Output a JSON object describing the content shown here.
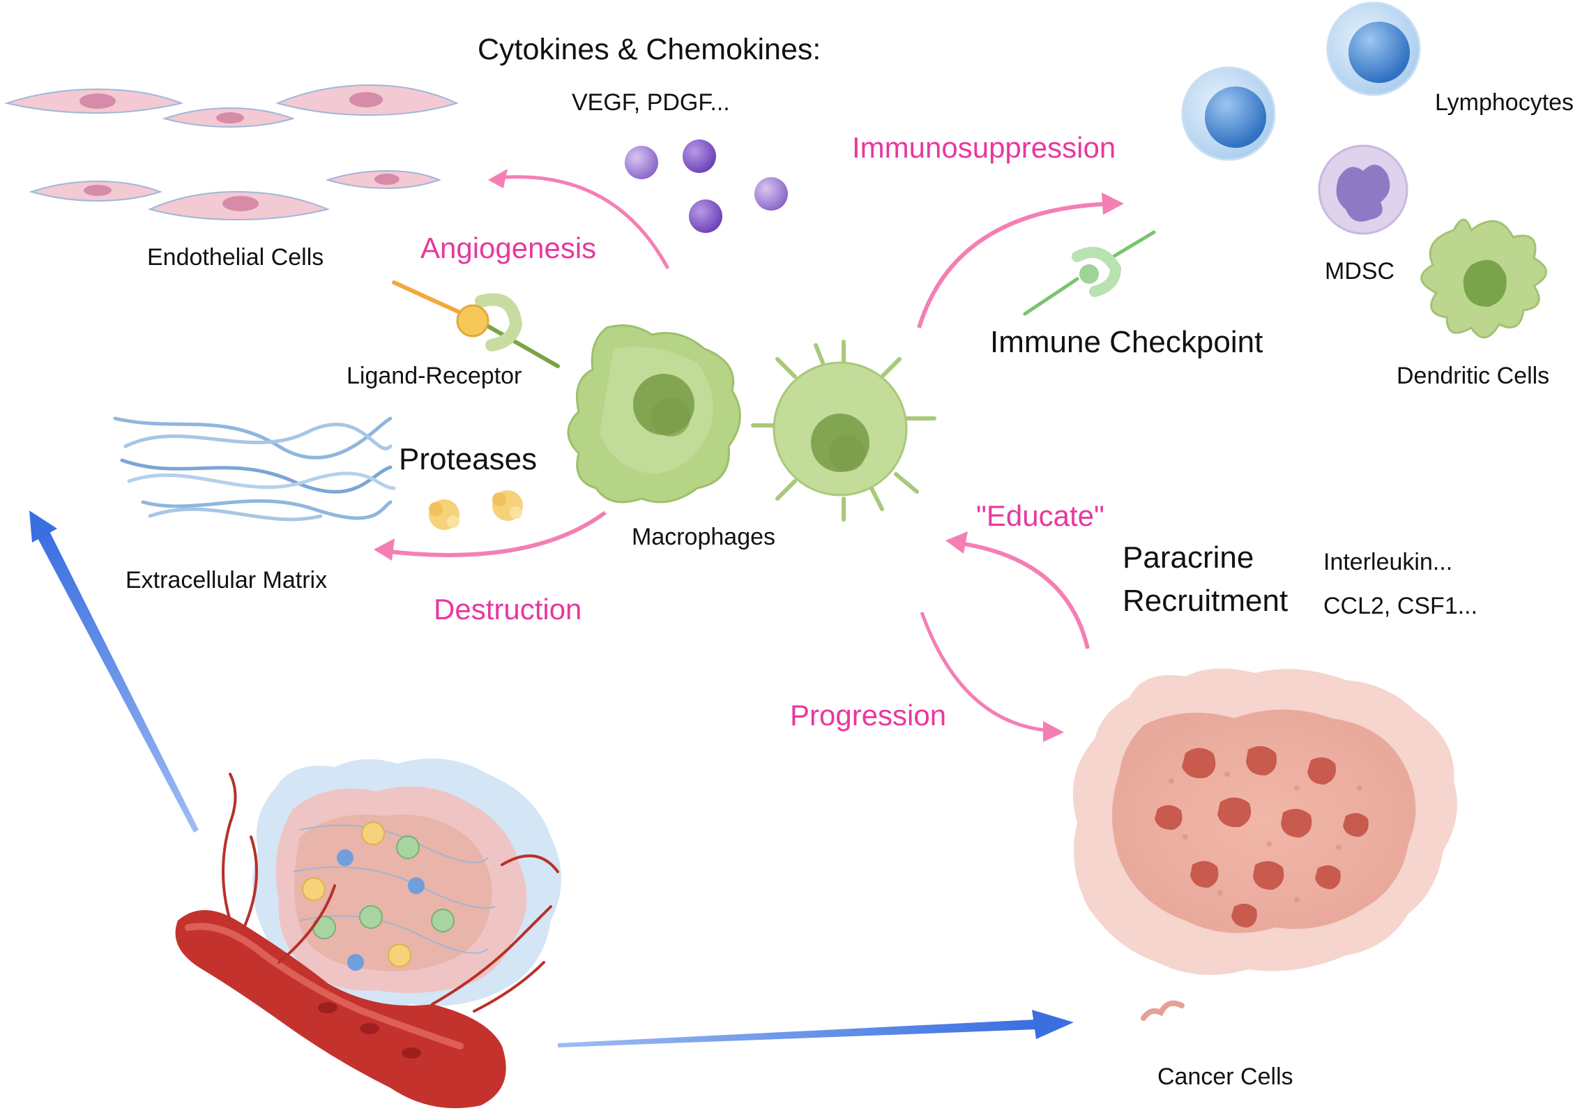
{
  "labels": {
    "cytokines_title": "Cytokines & Chemokines:",
    "cytokines_list": "VEGF,  PDGF...",
    "endothelial": "Endothelial Cells",
    "angiogenesis": "Angiogenesis",
    "ligand_receptor": "Ligand-Receptor",
    "proteases": "Proteases",
    "extracellular_matrix": "Extracellular Matrix",
    "destruction": "Destruction",
    "macrophages": "Macrophages",
    "immunosuppression": "Immunosuppression",
    "immune_checkpoint": "Immune Checkpoint",
    "lymphocytes": "Lymphocytes",
    "mdsc": "MDSC",
    "dendritic": "Dendritic Cells",
    "educate": "\"Educate\"",
    "paracrine": "Paracrine",
    "recruitment": "Recruitment",
    "interleukin": "Interleukin...",
    "ccl2": "CCL2, CSF1...",
    "progression": "Progression",
    "cancer_cells": "Cancer Cells"
  },
  "colors": {
    "pink_text": "#e8389e",
    "pink_arrow": "#f47fb4",
    "blue_arrow": "#3a6fe0",
    "macrophage_green": "#b6d486",
    "cancer_pink": "#e6a096",
    "cytokine_purple": "#9b79d2"
  }
}
